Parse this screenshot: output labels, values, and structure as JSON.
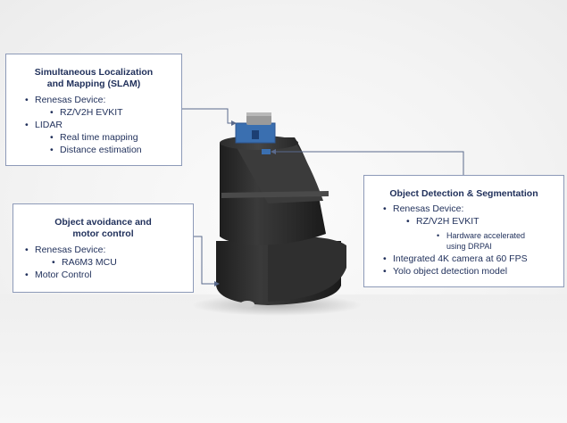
{
  "slam": {
    "title_line1": "Simultaneous Localization",
    "title_line2": "and Mapping (SLAM)",
    "items": [
      {
        "label": "Renesas Device:"
      },
      {
        "label": "RZ/V2H EVKIT"
      },
      {
        "label": "LIDAR"
      },
      {
        "label": "Real time mapping"
      },
      {
        "label": "Distance estimation"
      }
    ]
  },
  "avoidance": {
    "title_line1": "Object avoidance and",
    "title_line2": "motor control",
    "items": [
      {
        "label": "Renesas Device:"
      },
      {
        "label": "RA6M3 MCU"
      },
      {
        "label": "Motor Control"
      }
    ]
  },
  "detection": {
    "title": "Object Detection & Segmentation",
    "items": [
      {
        "label": "Renesas Device:"
      },
      {
        "label": "RZ/V2H EVKIT"
      },
      {
        "label": "Hardware accelerated"
      },
      {
        "label": "using DRPAI"
      },
      {
        "label": "Integrated 4K camera at 60 FPS"
      },
      {
        "label": "Yolo object detection model"
      }
    ]
  },
  "colors": {
    "box_border": "#8d9ab8",
    "text": "#1f2f5a",
    "connector": "#5a6a8c",
    "robot_body": "#2b2b2b",
    "lidar_blue": "#3a6fb0"
  }
}
